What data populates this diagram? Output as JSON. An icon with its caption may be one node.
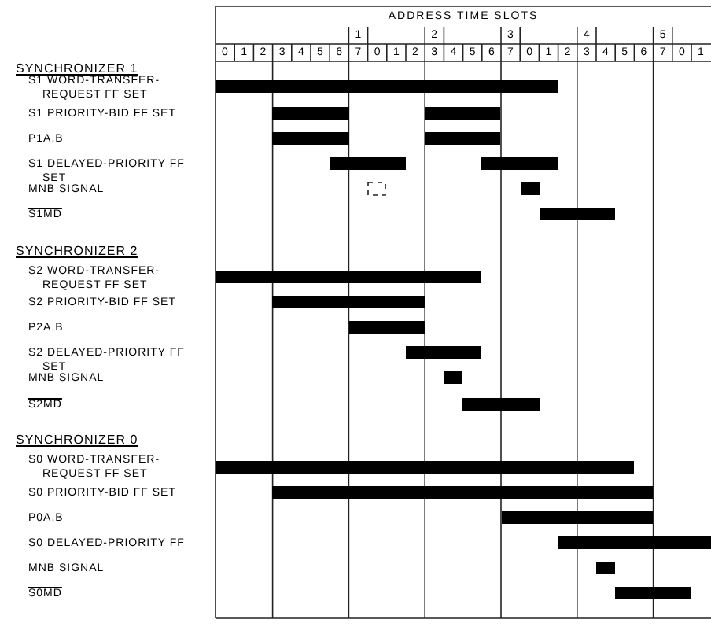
{
  "diagram": {
    "nodes": [
      {
        "text": [],
        "shape": "bar"
      },
      {
        "text": [],
        "shape": "bar"
      },
      {
        "text": [],
        "shape": "bar"
      },
      {
        "text": [],
        "shape": "bar"
      },
      {
        "text": [],
        "shape": "bar"
      },
      {
        "text": [],
        "shape": "bar"
      },
      {
        "text": [],
        "shape": "bar"
      },
      {
        "text": [],
        "shape": "bar"
      },
      {
        "text": [],
        "shape": "bar"
      },
      {
        "text": [],
        "shape": "bar"
      },
      {
        "text": [],
        "shape": "bar"
      },
      {
        "text": [],
        "shape": "bar"
      },
      {
        "text": [],
        "shape": "bar"
      },
      {
        "text": [],
        "shape": "bar"
      },
      {
        "text": [],
        "shape": "bar"
      },
      {
        "text": [],
        "shape": "bar"
      },
      {
        "text": [],
        "shape": "bar"
      },
      {
        "text": [],
        "shape": "bar"
      },
      {
        "text": [],
        "shape": "bar"
      },
      {
        "text": [],
        "shape": "bar"
      },
      {
        "text": [],
        "shape": "bar"
      }
    ],
    "edges": [],
    "labels": [
      "ADDRESS TIME SLOTS",
      "1",
      "2",
      "3",
      "4",
      "5",
      "0",
      "1",
      "2",
      "3",
      "4",
      "5",
      "6",
      "7",
      "0",
      "1",
      "2",
      "3",
      "4",
      "5",
      "6",
      "7",
      "0",
      "1",
      "2",
      "3",
      "4",
      "5",
      "6",
      "7",
      "0",
      "1",
      "SYNCHRONIZER 1",
      "S1 WORD-TRANSFER- REQUEST FF SET",
      "S1 PRIORITY-BID FF SET",
      "P1A,B",
      "S1 DELAYED-PRIORITY FF SET",
      "MNB SIGNAL",
      "S1MD",
      "SYNCHRONIZER 2",
      "S2 WORD-TRANSFER- REQUEST FF SET",
      "S2 PRIORITY-BID FF SET",
      "P2A,B",
      "S2 DELAYED-PRIORITY FF SET",
      "MNB SIGNAL",
      "S2MD",
      "SYNCHRONIZER 0",
      "S0 WORD-TRANSFER- REQUEST FF SET",
      "S0 PRIORITY-BID FF SET",
      "P0A,B",
      "S0 DELAYED-PRIORITY FF",
      "MNB SIGNAL",
      "S0MD"
    ]
  }
}
